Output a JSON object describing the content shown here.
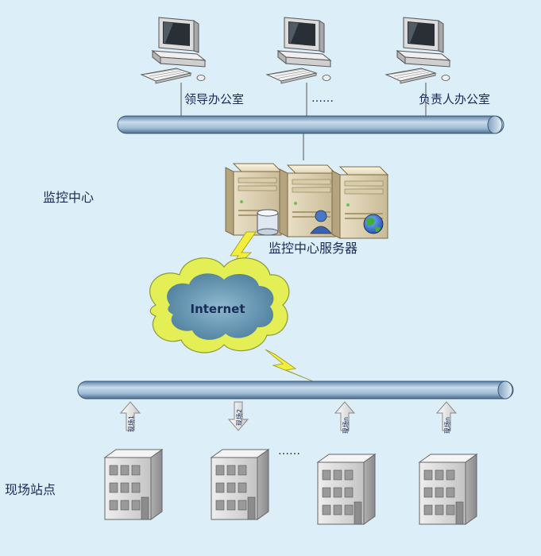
{
  "offices": {
    "leader_label": "领导办公室",
    "ellipsis": "……",
    "manager_label": "负责人办公室"
  },
  "center": {
    "section_label": "监控中心",
    "servers_label": "监控中心服务器"
  },
  "cloud": {
    "label": "Internet"
  },
  "sites": {
    "section_label": "现场站点",
    "ellipsis": "……",
    "links": [
      "现场1",
      "现场2",
      "现场n",
      "现场n"
    ]
  },
  "colors": {
    "background": "#dceef7",
    "bus": "#9fbcd6",
    "bus_edge": "#3d5a7a",
    "cloud_outer": "#e4ef55",
    "cloud_inner": "#6c97b0",
    "bolt": "#f2ee3a",
    "label_text": "#1b2a57"
  },
  "icons": {
    "workstation": "desktop-computer-icon",
    "server": "tower-server-icon",
    "database": "database-icon",
    "user": "user-icon",
    "globe": "globe-icon",
    "building": "building-icon",
    "lightning": "lightning-bolt-icon",
    "cloud": "cloud-icon"
  }
}
